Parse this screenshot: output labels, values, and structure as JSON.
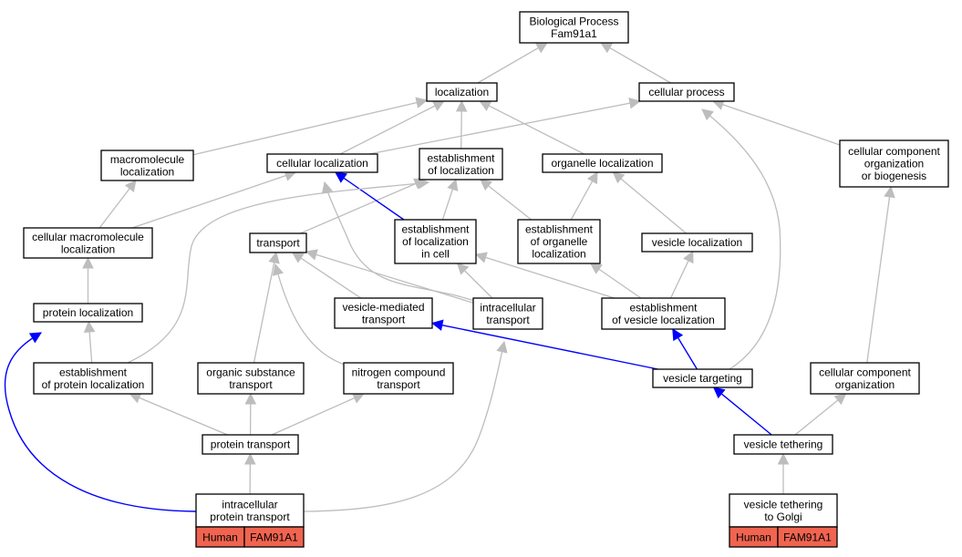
{
  "nodes": {
    "bp": [
      "Biological Process",
      "Fam91a1"
    ],
    "loc": [
      "localization"
    ],
    "cp": [
      "cellular process"
    ],
    "mml": [
      "macromolecule",
      "localization"
    ],
    "cl": [
      "cellular localization"
    ],
    "eol": [
      "establishment",
      "of localization"
    ],
    "ol": [
      "organelle localization"
    ],
    "ccob": [
      "cellular component",
      "organization",
      "or biogenesis"
    ],
    "cml": [
      "cellular macromolecule",
      "localization"
    ],
    "tr": [
      "transport"
    ],
    "elc": [
      "establishment",
      "of localization",
      "in cell"
    ],
    "eorl": [
      "establishment",
      "of organelle",
      "localization"
    ],
    "vl": [
      "vesicle localization"
    ],
    "pl": [
      "protein localization"
    ],
    "vmt": [
      "vesicle-mediated",
      "transport"
    ],
    "it": [
      "intracellular",
      "transport"
    ],
    "evl": [
      "establishment",
      "of vesicle localization"
    ],
    "epl": [
      "establishment",
      "of protein localization"
    ],
    "ost": [
      "organic substance",
      "transport"
    ],
    "nct": [
      "nitrogen compound",
      "transport"
    ],
    "vt": [
      "vesicle targeting"
    ],
    "cco": [
      "cellular component",
      "organization"
    ],
    "pt": [
      "protein transport"
    ],
    "vte": [
      "vesicle tethering"
    ],
    "ipt": [
      "intracellular",
      "protein transport"
    ],
    "vtg": [
      "vesicle tethering",
      "to Golgi"
    ]
  },
  "annotations": {
    "ipt": {
      "species": "Human",
      "gene": "FAM91A1"
    },
    "vtg": {
      "species": "Human",
      "gene": "FAM91A1"
    }
  },
  "colors": {
    "is_a_edge": "#bdbdbd",
    "highlight_edge": "#0000ff",
    "annotation_fill": "#f06450"
  }
}
